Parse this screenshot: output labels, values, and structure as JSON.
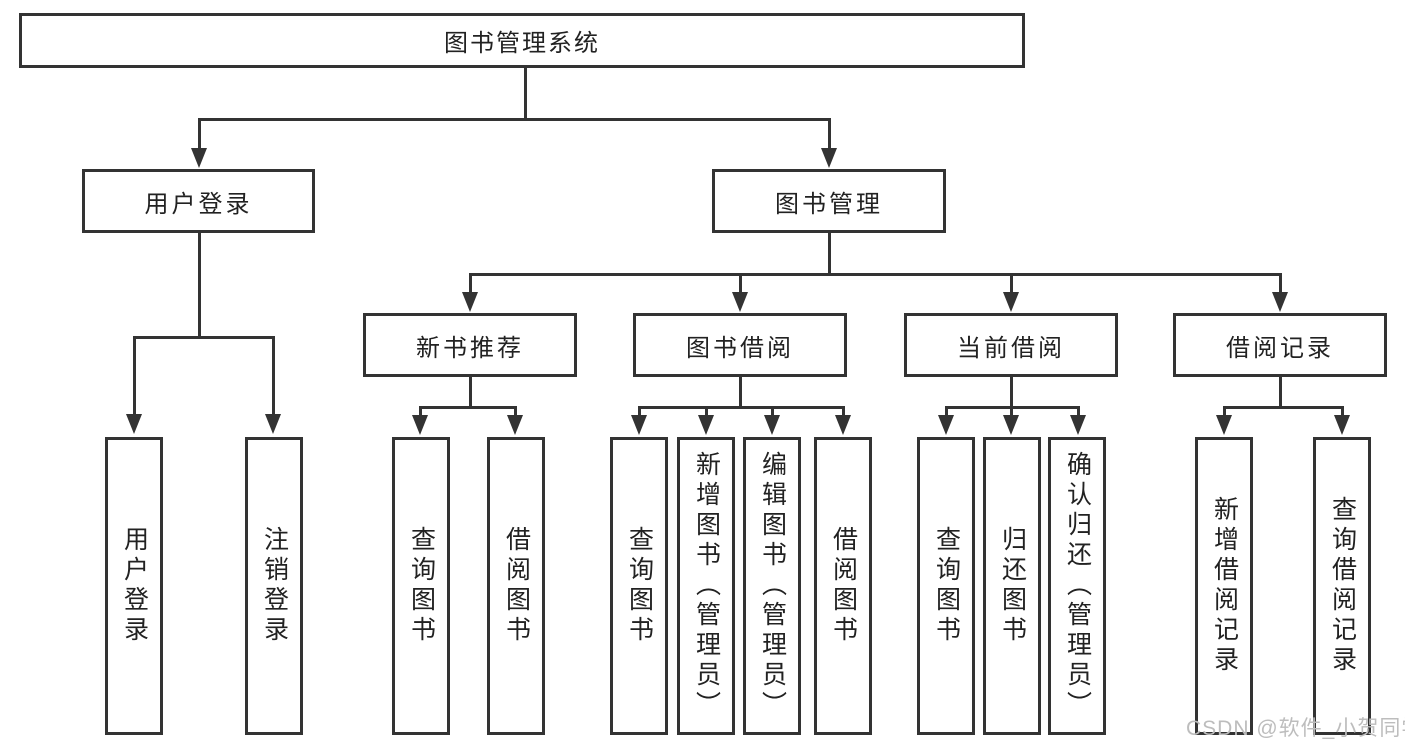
{
  "diagram": {
    "root": {
      "label": "图书管理系统"
    },
    "level2": [
      {
        "label": "用户登录"
      },
      {
        "label": "图书管理"
      }
    ],
    "level3": [
      {
        "label": "新书推荐"
      },
      {
        "label": "图书借阅"
      },
      {
        "label": "当前借阅"
      },
      {
        "label": "借阅记录"
      }
    ],
    "leaves": [
      {
        "label": "用户登录"
      },
      {
        "label": "注销登录"
      },
      {
        "label": "查询图书"
      },
      {
        "label": "借阅图书"
      },
      {
        "label": "查询图书"
      },
      {
        "label": "新增图书（管理员）"
      },
      {
        "label": "编辑图书（管理员）"
      },
      {
        "label": "借阅图书"
      },
      {
        "label": "查询图书"
      },
      {
        "label": "归还图书"
      },
      {
        "label": "确认归还（管理员）"
      },
      {
        "label": "新增借阅记录"
      },
      {
        "label": "查询借阅记录"
      }
    ]
  },
  "watermark": {
    "text": "CSDN @软件_小贺同学",
    "color": "#bdbdbd"
  },
  "colors": {
    "line": "#333333",
    "box_bg": "#ffffff",
    "text": "#222222"
  }
}
